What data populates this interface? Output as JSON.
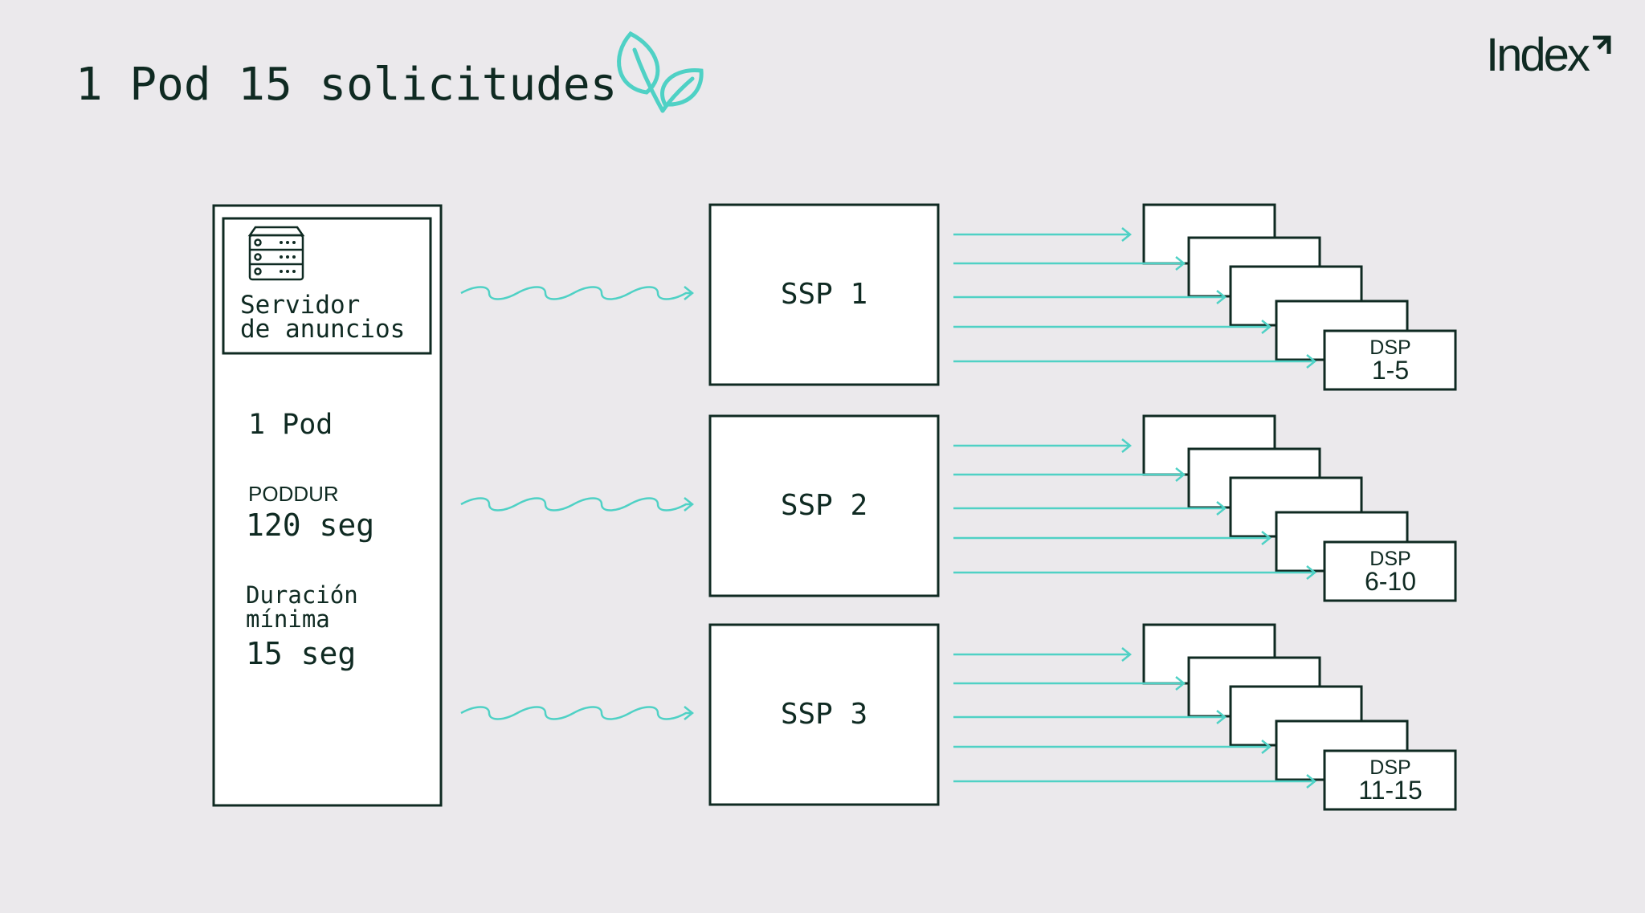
{
  "title": "1 Pod 15 solicitudes",
  "logo": "Index",
  "colors": {
    "background": "#ebe9ec",
    "ink": "#0f2a22",
    "accent": "#4fd1c5"
  },
  "ad_server": {
    "label_line1": "Servidor",
    "label_line2": "de anuncios",
    "pod": "1 Pod",
    "poddur_label": "PODDUR",
    "poddur_value": "120 seg",
    "min_label_line1": "Duración",
    "min_label_line2": "mínima",
    "min_value": "15 seg"
  },
  "ssps": [
    {
      "label": "SSP 1",
      "dsp_title": "DSP",
      "dsp_range": "1-5"
    },
    {
      "label": "SSP 2",
      "dsp_title": "DSP",
      "dsp_range": "6-10"
    },
    {
      "label": "SSP 3",
      "dsp_title": "DSP",
      "dsp_range": "11-15"
    }
  ]
}
